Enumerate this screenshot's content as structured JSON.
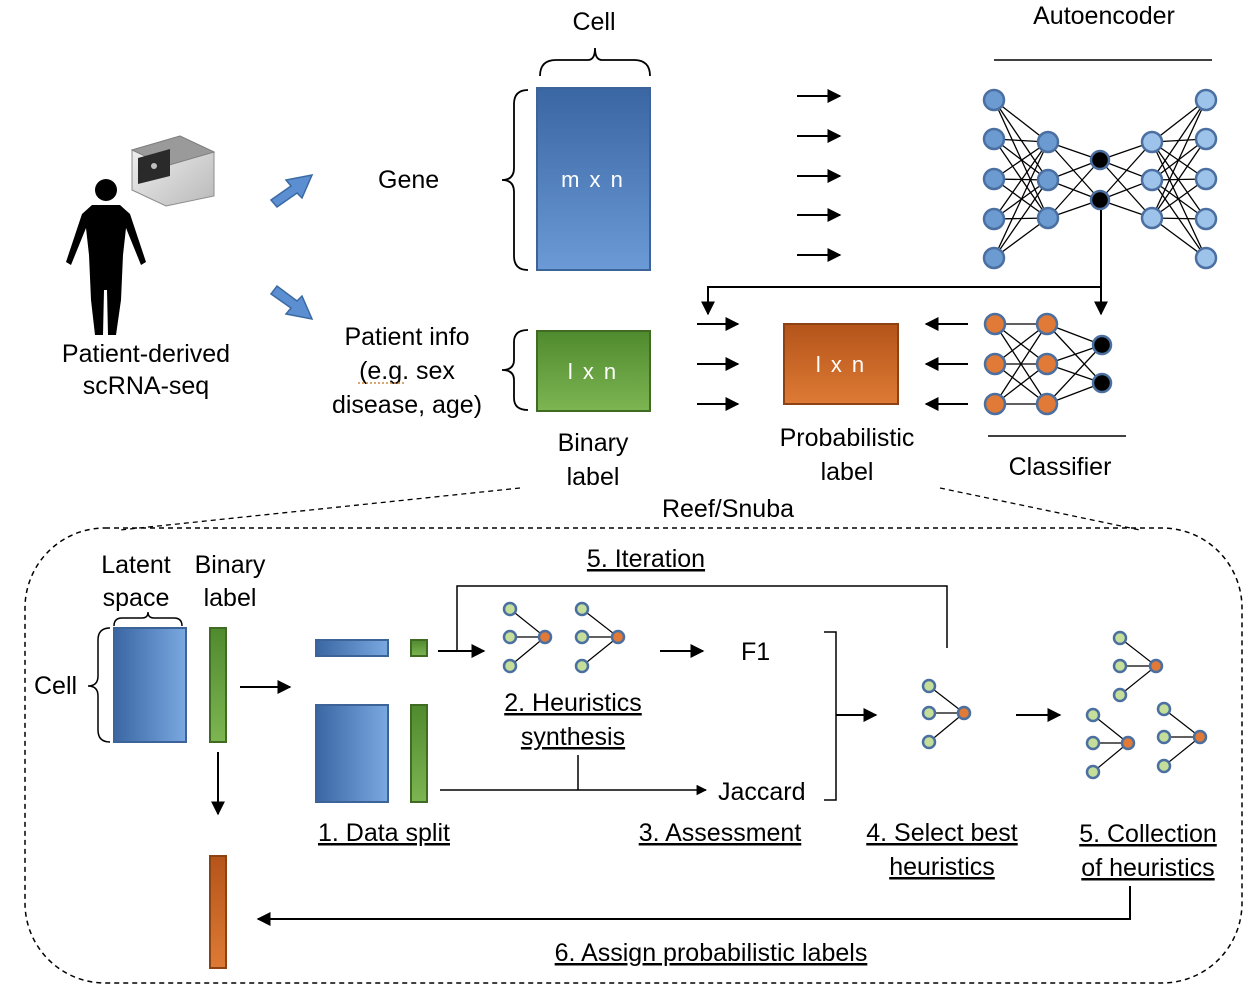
{
  "top": {
    "cell_label": "Cell",
    "gene_label": "Gene",
    "gene_matrix_label": "m x n",
    "patient_info_line1": "Patient info",
    "patient_info_line2": "(e.g. sex",
    "patient_info_line3": "disease, age)",
    "binary_matrix_label": "l x n",
    "binary_label_line1": "Binary",
    "binary_label_line2": "label",
    "prob_matrix_label": "l x n",
    "prob_label_line1": "Probabilistic",
    "prob_label_line2": "label",
    "autoencoder_label": "Autoencoder",
    "classifier_label": "Classifier",
    "patient_line1": "Patient-derived",
    "patient_line2": "scRNA-seq",
    "reef_label": "Reef/Snuba"
  },
  "bottom": {
    "latent_line1": "Latent",
    "latent_line2": "space",
    "binary_line1": "Binary",
    "binary_line2": "label",
    "cell_label": "Cell",
    "iteration_label": "5. Iteration",
    "f1_label": "F1",
    "heuristics_line1": "2. Heuristics",
    "heuristics_line2": "synthesis",
    "jaccard_label": "Jaccard",
    "data_split_label": "1. Data split",
    "assessment_label": "3. Assessment",
    "select_line1": "4. Select best",
    "select_line2": "heuristics",
    "collection_line1": "5. Collection",
    "collection_line2": "of heuristics",
    "assign_label": "6. Assign probabilistic labels"
  },
  "colors": {
    "blue_node": "#6b9bd1",
    "blue_node_light": "#9ec3ea",
    "orange_node": "#e07a36",
    "green_node": "#c5df9a",
    "blue_matrix": "#4f81bd",
    "green_matrix": "#6fa344",
    "orange_matrix": "#c5631f"
  }
}
